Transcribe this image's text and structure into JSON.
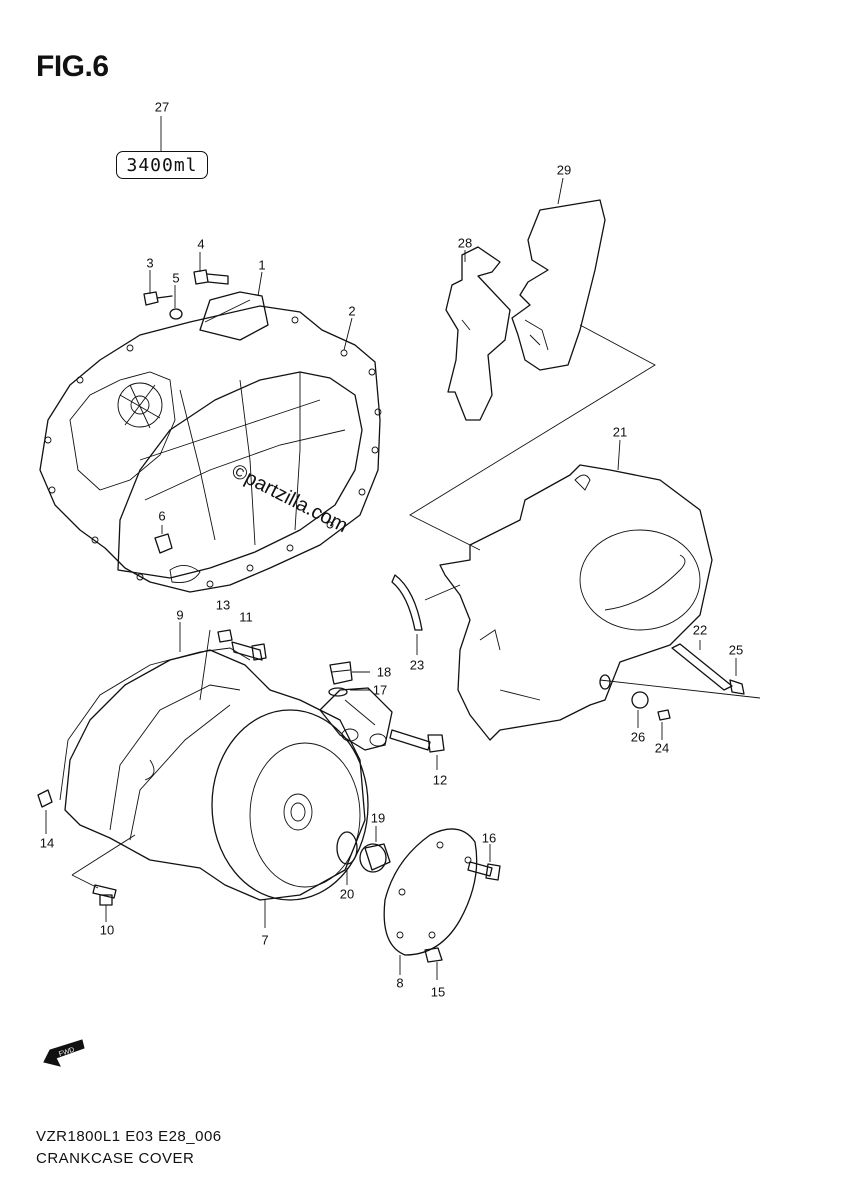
{
  "figure": {
    "title": "FIG.6"
  },
  "oil_label": "3400ml",
  "watermark": "©partzilla.com",
  "fwd_icon": {
    "name": "fwd-arrow-icon",
    "text": "FWD"
  },
  "footer": {
    "code": "VZR1800L1 E03 E28_006",
    "caption": "CRANKCASE COVER"
  },
  "parts": [
    {
      "num": "1"
    },
    {
      "num": "2"
    },
    {
      "num": "3"
    },
    {
      "num": "4"
    },
    {
      "num": "5"
    },
    {
      "num": "6"
    },
    {
      "num": "7"
    },
    {
      "num": "8"
    },
    {
      "num": "9"
    },
    {
      "num": "10"
    },
    {
      "num": "11"
    },
    {
      "num": "12"
    },
    {
      "num": "13"
    },
    {
      "num": "14"
    },
    {
      "num": "15"
    },
    {
      "num": "16"
    },
    {
      "num": "17"
    },
    {
      "num": "18"
    },
    {
      "num": "19"
    },
    {
      "num": "20"
    },
    {
      "num": "21"
    },
    {
      "num": "22"
    },
    {
      "num": "23"
    },
    {
      "num": "24"
    },
    {
      "num": "25"
    },
    {
      "num": "26"
    },
    {
      "num": "27"
    },
    {
      "num": "28"
    },
    {
      "num": "29"
    }
  ]
}
